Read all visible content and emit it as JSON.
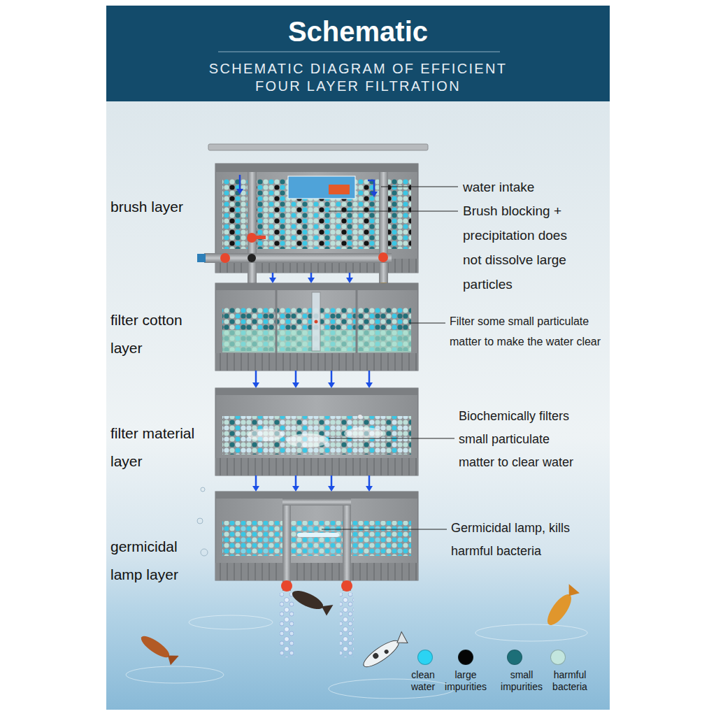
{
  "diagram": {
    "title": "Schematic",
    "nodes": [
      {
        "text": [
          "brush layer"
        ]
      },
      {
        "text": [
          "filter cotton layer"
        ]
      },
      {
        "text": [
          "filter material layer"
        ]
      },
      {
        "text": [
          "germicidal lamp layer"
        ]
      }
    ],
    "edges": [
      {
        "from": 0,
        "to": 1,
        "arrow": "to"
      },
      {
        "from": 1,
        "to": 2,
        "arrow": "to"
      },
      {
        "from": 2,
        "to": 3,
        "arrow": "to"
      }
    ],
    "labels": [
      "SCHEMATIC DIAGRAM OF EFFICIENT FOUR LAYER FILTRATION",
      "water intake",
      "Brush blocking + precipitation does not dissolve large particles",
      "Filter some small particulate matter to make the water clear",
      "Biochemically filters small particulate matter to clear water",
      "Germicidal lamp, kills harmful bacteria"
    ],
    "legend": [
      {
        "text": "clean water",
        "color": "#2bd3f3"
      },
      {
        "text": "large impurities",
        "color": "#050505"
      },
      {
        "text": "small impurities",
        "color": "#1d6f78"
      },
      {
        "text": "harmful bacteria",
        "color": "#c3e6de"
      }
    ]
  }
}
